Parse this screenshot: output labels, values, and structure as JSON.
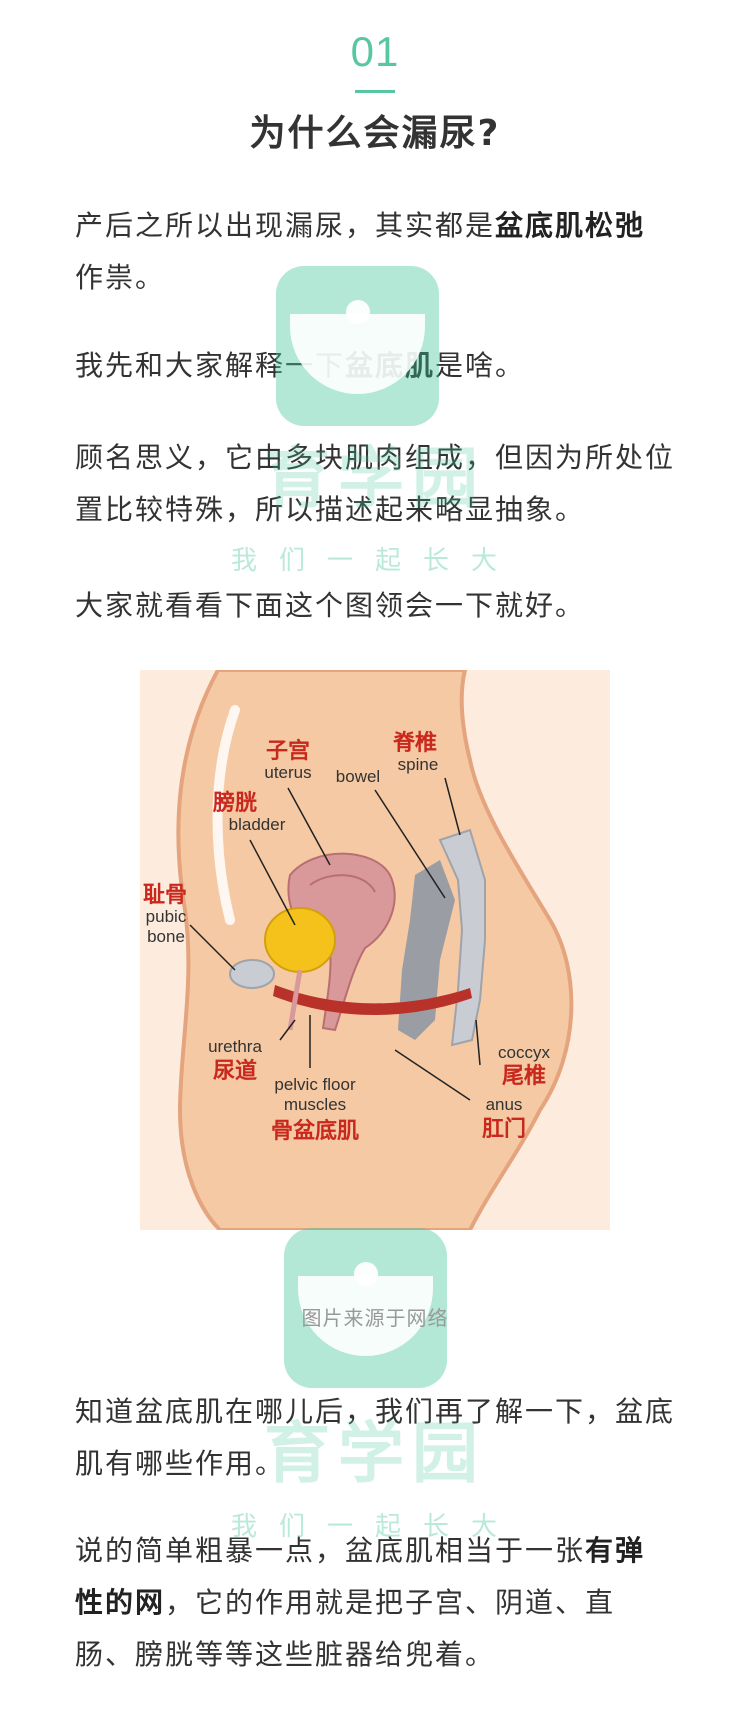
{
  "section": {
    "number": "01",
    "title": "为什么会漏尿?"
  },
  "paragraphs": {
    "p1_a": "产后之所以出现漏尿，其实都是",
    "p1_b": "盆底肌松弛",
    "p1_c": "作祟。",
    "p2_a": "我先和大家解释一下",
    "p2_b": "盆底肌",
    "p2_c": "是啥。",
    "p3": "顾名思义，它由多块肌肉组成，但因为所处位置比较特殊，所以描述起来略显抽象。",
    "p4": "大家就看看下面这个图领会一下就好。",
    "p5": "知道盆底肌在哪儿后，我们再了解一下，盆底肌有哪些作用。",
    "p6_a": "说的简单粗暴一点，盆底肌相当于一张",
    "p6_b": "有弹性的网",
    "p6_c": "，它的作用就是把子宫、阴道、直肠、膀胱等等这些脏器给兜着。"
  },
  "figure": {
    "caption": "图片来源于网络",
    "labels": {
      "uterus_cn": "子宫",
      "uterus_en": "uterus",
      "spine_cn": "脊椎",
      "spine_en": "spine",
      "bowel_en": "bowel",
      "bladder_cn": "膀胱",
      "bladder_en": "bladder",
      "pubic_cn": "耻骨",
      "pubic_en1": "pubic",
      "pubic_en2": "bone",
      "urethra_en": "urethra",
      "urethra_cn": "尿道",
      "pelvic_en1": "pelvic floor",
      "pelvic_en2": "muscles",
      "pelvic_cn": "骨盆底肌",
      "coccyx_en": "coccyx",
      "coccyx_cn": "尾椎",
      "anus_en": "anus",
      "anus_cn": "肛门"
    }
  },
  "watermark": {
    "brand": "育学园",
    "slogan": "我们一起长大"
  },
  "colors": {
    "accent": "#57c7a2",
    "label_red": "#c8281d",
    "skin": "#f5c9a3",
    "muscle": "#b8322a",
    "bladder": "#f4c21b",
    "uterus": "#d9989a",
    "bone": "#c9ccd2"
  }
}
